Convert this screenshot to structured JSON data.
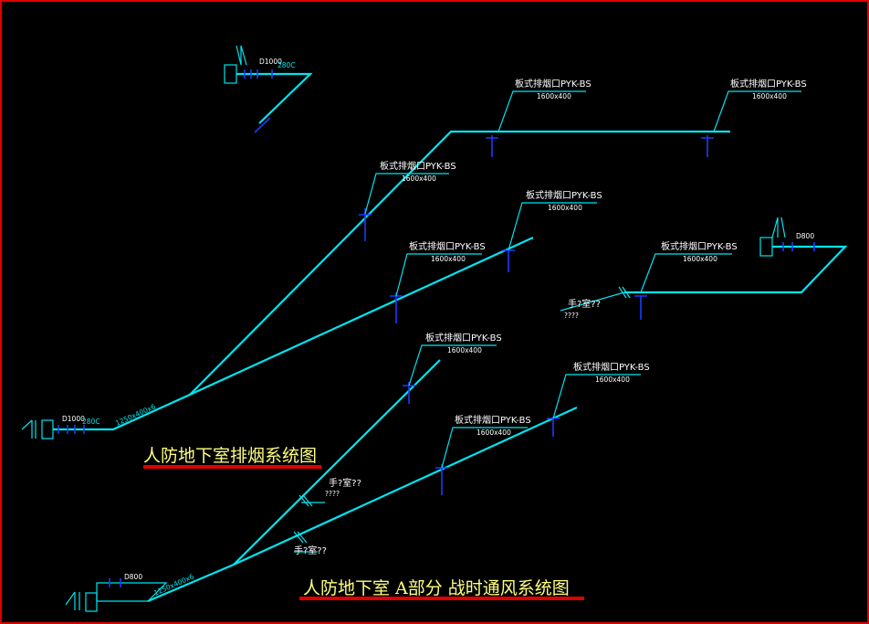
{
  "titles": {
    "smoke_system": "人防地下室排烟系统图",
    "ventilation_system": "人防地下室 A部分 战时通风系统图"
  },
  "labels": {
    "outlet_name": "板式排烟口PYK-BS",
    "outlet_size": "1600x400",
    "manual_valve": "手?室??",
    "manual_valve_sub": "????",
    "d1000": "D1000",
    "d800": "D800",
    "temp_280": "280C",
    "duct_1250": "1250x400x6"
  },
  "colors": {
    "duct": "#00e5f0",
    "valve": "#1a3cff",
    "title_text": "#ffff80",
    "underline": "#e00000",
    "frame": "#e00000",
    "background": "#000000"
  }
}
